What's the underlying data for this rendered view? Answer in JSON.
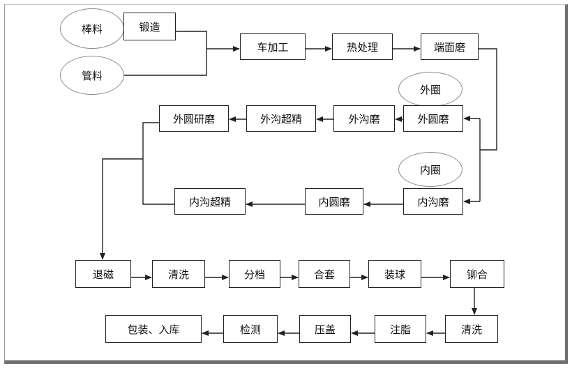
{
  "materials": {
    "bar": "棒料",
    "tube": "管料"
  },
  "rings": {
    "outer": "外圈",
    "inner": "内圈"
  },
  "steps": {
    "forging": "锻造",
    "turning": "车加工",
    "heat_treatment": "热处理",
    "face_grinding": "端面磨",
    "outer_cylindrical_grinding": "外圆磨",
    "outer_groove_grinding": "外沟磨",
    "outer_groove_superfinish": "外沟超精",
    "outer_grinding_polish": "外圆研磨",
    "inner_groove_grinding": "内沟磨",
    "inner_cylindrical_grinding": "内圆磨",
    "inner_groove_superfinish": "内沟超精",
    "demagnetize": "退磁",
    "cleaning_1": "清洗",
    "sorting": "分档",
    "matching": "合套",
    "ball_loading": "装球",
    "riveting": "铆合",
    "cleaning_2": "清洗",
    "greasing": "注脂",
    "capping": "压盖",
    "inspection": "检测",
    "packing_storage": "包装、入库"
  },
  "colors": {
    "box_border": "#222222",
    "ellipse_border": "#8a8a8a",
    "line": "#222222",
    "frame": "#6f6f6f"
  }
}
